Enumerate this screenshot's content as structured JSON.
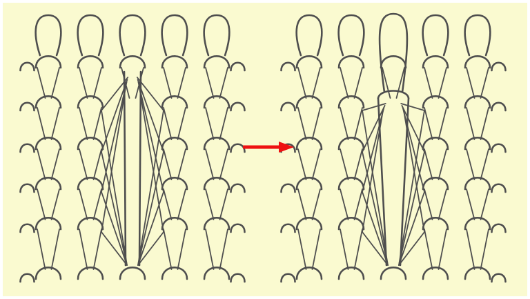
{
  "figure": {
    "background_color": "#ffffff",
    "paper_color": "#fafad0",
    "yarn_color": "#4e4e4e",
    "arrow_color": "#ee1111",
    "panels": [
      {
        "name": "left-panel",
        "state": "before",
        "wales": 5,
        "courses": 6,
        "dropped_wale": 3
      },
      {
        "name": "right-panel",
        "state": "after",
        "wales": 5,
        "courses": 6,
        "dropped_wale": 3
      }
    ],
    "arrow": {
      "direction": "right",
      "icon": "arrow-right-icon"
    }
  }
}
